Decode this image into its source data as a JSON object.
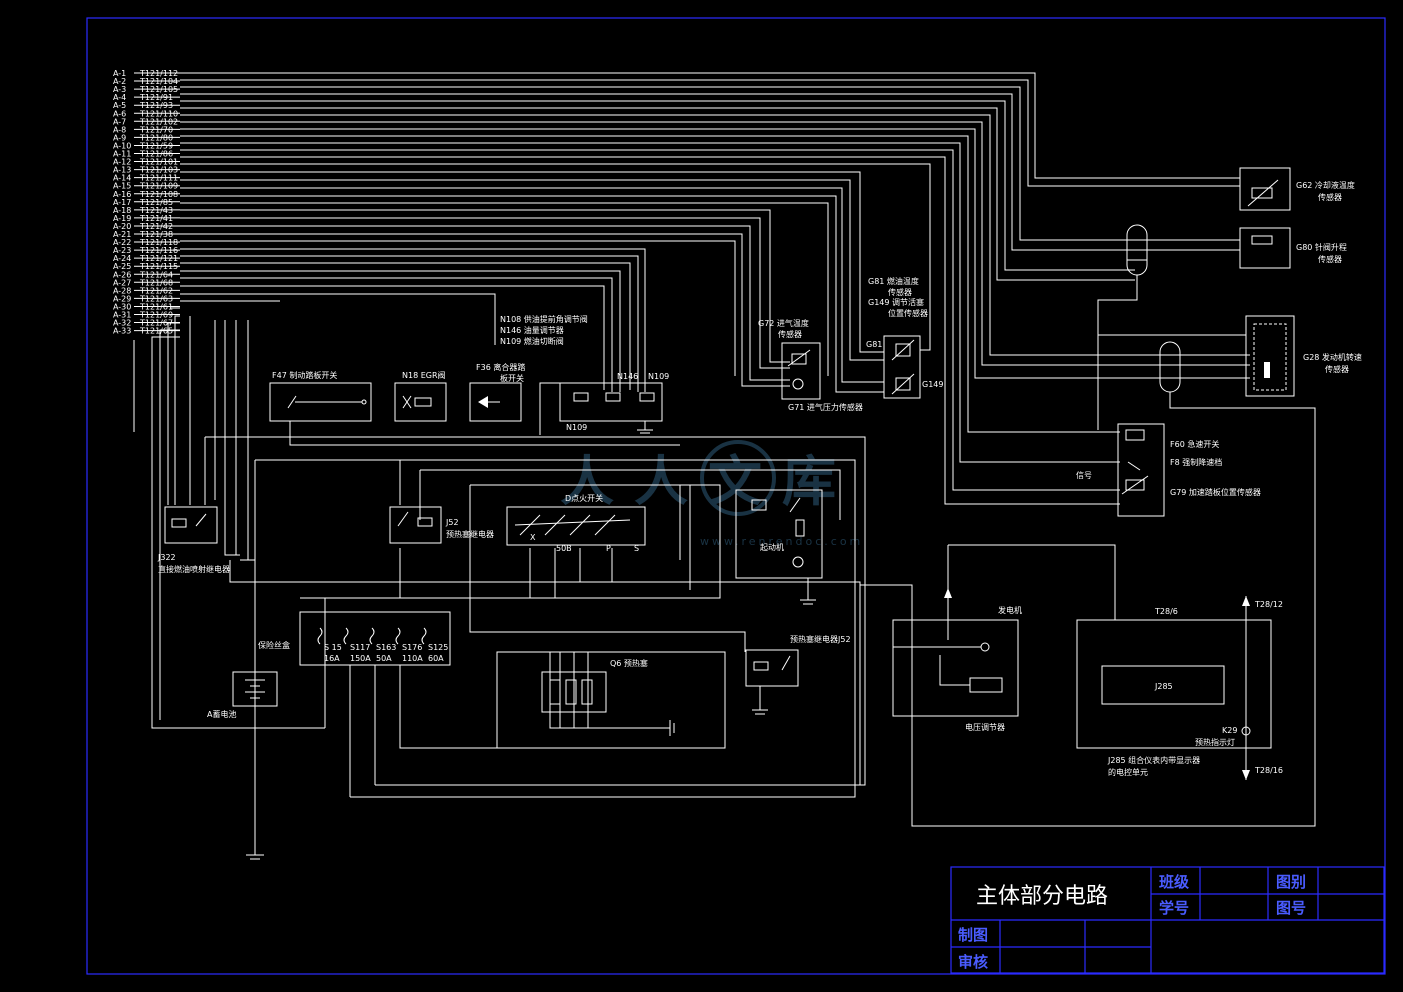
{
  "title_block": {
    "title": "主体部分电路",
    "class_label": "班级",
    "student_no_label": "学号",
    "scale_label": "图别",
    "drawing_no_label": "图号",
    "drawn_label": "制图",
    "review_label": "审核"
  },
  "watermark": {
    "text": "人人文库",
    "url": "www.renrendoc.com"
  },
  "connector_pins": {
    "left": [
      "A-1",
      "A-2",
      "A-3",
      "A-4",
      "A-5",
      "A-6",
      "A-7",
      "A-8",
      "A-9",
      "A-10",
      "A-11",
      "A-12",
      "A-13",
      "A-14",
      "A-15",
      "A-16",
      "A-17",
      "A-18",
      "A-19",
      "A-20",
      "A-21",
      "A-22",
      "A-23",
      "A-24",
      "A-25",
      "A-26",
      "A-27",
      "A-28",
      "A-29",
      "A-30",
      "A-31",
      "A-32",
      "A-33"
    ],
    "right": [
      "T121/112",
      "T121/104",
      "T121/105",
      "T121/91",
      "T121/93",
      "T121/110",
      "T121/102",
      "T121/70",
      "T121/80",
      "T121/59",
      "T121/86",
      "T121/101",
      "T121/103",
      "T121/111",
      "T121/109",
      "T121/108",
      "T121/85",
      "T121/43",
      "T121/41",
      "T121/42",
      "T121/38",
      "T121/118",
      "T121/116",
      "T121/121",
      "T121/115",
      "T121/64",
      "T121/68",
      "T121/62",
      "T121/63",
      "T121/61",
      "T121/69",
      "T121/67",
      "T121/65"
    ]
  },
  "components": {
    "g62": "G62 冷却液温度",
    "g62_b": "传感器",
    "g80": "G80 针阀升程",
    "g80_b": "传感器",
    "g28": "G28 发动机转速",
    "g28_b": "传感器",
    "g81_a": "G81 燃油温度",
    "g81_b": "传感器",
    "g149_a": "G149 调节活塞",
    "g149_b": "位置传感器",
    "g72_a": "G72 进气温度",
    "g72_b": "传感器",
    "g71": "G71 进气压力传感器",
    "g81_tag": "G81",
    "g149_tag": "G149",
    "n108": "N108 供油提前角调节阀",
    "n146": "N146 油量调节器",
    "n109": "N109 燃油切断阀",
    "n146_tag": "N146",
    "n109_tag": "N109",
    "n109_bottom": "N109",
    "f47": "F47 制动踏板开关",
    "n18": "N18 EGR阀",
    "f36_a": "F36 离合器踏",
    "f36_b": "板开关",
    "f60": "F60 急速开关",
    "f8": "F8 强制降速档",
    "g79": "G79 加速踏板位置传感器",
    "signal": "信号",
    "j322_a": "J322",
    "j322_b": "直接燃油喷射继电器",
    "j52_a": "J52",
    "j52_b": "预热塞继电器",
    "d_switch": "D点火开关",
    "starter": "起动机",
    "d_term_x": "X",
    "d_term_50b": "50B",
    "d_term_p": "P",
    "d_term_s": "S",
    "fuse_box": "保险丝盒",
    "battery": "A蓄电池",
    "q6": "Q6 预热塞",
    "preheat_relay": "预热塞继电器J52",
    "generator": "发电机",
    "voltage_reg": "电压调节器",
    "t28_6": "T28/6",
    "t28_12": "T28/12",
    "t28_16": "T28/16",
    "j285": "J285",
    "k29_a": "K29",
    "k29_b": "预热指示灯",
    "j285_desc_a": "J285 组合仪表内带显示器",
    "j285_desc_b": "的电控单元",
    "fuses": [
      {
        "name": "S 15",
        "rating": "16A"
      },
      {
        "name": "S117",
        "rating": "150A"
      },
      {
        "name": "S163",
        "rating": "50A"
      },
      {
        "name": "S176",
        "rating": "110A"
      },
      {
        "name": "S125",
        "rating": "60A"
      }
    ]
  }
}
